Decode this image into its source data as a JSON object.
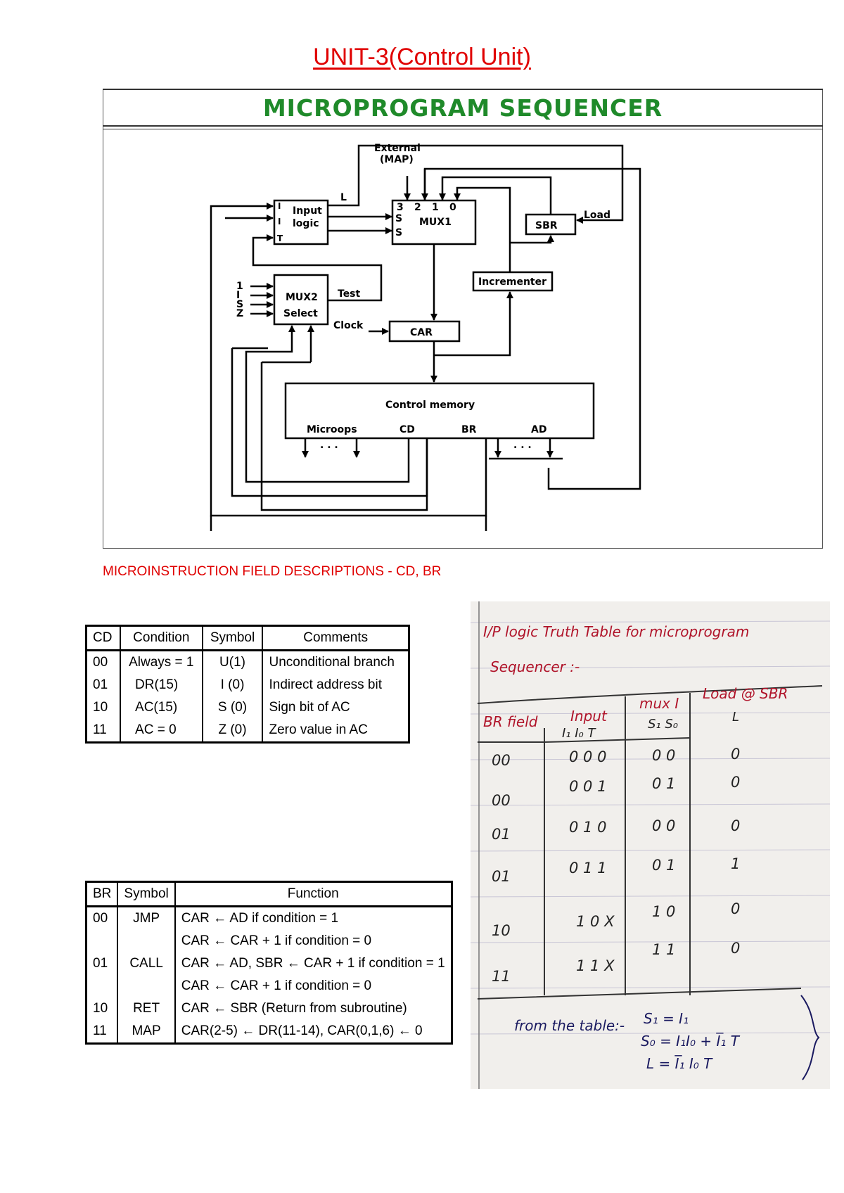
{
  "page": {
    "title": "UNIT-3(Control Unit)"
  },
  "figure": {
    "title": "MICROPROGRAM SEQUENCER",
    "labels": {
      "external": "External",
      "map": "(MAP)",
      "input_logic_line1": "Input",
      "input_logic_line2": "logic",
      "input_pin_i": "I",
      "input_pin_i0": "I",
      "input_pin_t": "T",
      "l_signal": "L",
      "mux1": "MUX1",
      "mux1_in3": "3",
      "mux1_in2": "2",
      "mux1_in1": "1",
      "mux1_in0": "0",
      "mux1_s1": "S",
      "mux1_s0": "S",
      "sbr": "SBR",
      "load": "Load",
      "incrementer": "Incrementer",
      "mux2": "MUX2",
      "select": "Select",
      "test": "Test",
      "mux2_in_1": "1",
      "mux2_in_i": "I",
      "mux2_in_s": "S",
      "mux2_in_z": "Z",
      "clock": "Clock",
      "car": "CAR",
      "control_memory": "Control memory",
      "microops": "Microops",
      "cd": "CD",
      "br": "BR",
      "ad": "AD",
      "dots": ". . ."
    }
  },
  "section_heading": "MICROINSTRUCTION FIELD DESCRIPTIONS - CD, BR",
  "cd_table": {
    "headers": [
      "CD",
      "Condition",
      "Symbol",
      "Comments"
    ],
    "rows": [
      [
        "00",
        "Always = 1",
        "U(1)",
        "Unconditional branch"
      ],
      [
        "01",
        "DR(15)",
        "I (0)",
        "Indirect address bit"
      ],
      [
        "10",
        "AC(15)",
        "S (0)",
        "Sign bit of AC"
      ],
      [
        "11",
        "AC = 0",
        "Z (0)",
        "Zero value in AC"
      ]
    ]
  },
  "br_table": {
    "headers": [
      "BR",
      "Symbol",
      "Function"
    ],
    "rows": [
      [
        "00",
        "JMP",
        "CAR ← AD if condition = 1"
      ],
      [
        "",
        "",
        "CAR ←  CAR + 1 if condition = 0"
      ],
      [
        "01",
        "CALL",
        "CAR ← AD, SBR ← CAR + 1 if condition = 1"
      ],
      [
        "",
        "",
        "CAR ← CAR + 1 if condition = 0"
      ],
      [
        "10",
        "RET",
        "CAR ← SBR (Return from subroutine)"
      ],
      [
        "11",
        "MAP",
        "CAR(2-5) ← DR(11-14), CAR(0,1,6) ← 0"
      ]
    ]
  },
  "notes": {
    "heading_line1": "I/P logic Truth Table for microprogram",
    "heading_line2": "Sequencer :-",
    "col_br": "BR field",
    "col_input": "Input",
    "col_input_sub": "I₁ I₀ T",
    "col_mux": "mux I",
    "col_mux_sub": "S₁ S₀",
    "col_load": "Load @ SBR",
    "col_load_sub": "L",
    "rows": [
      {
        "br": "00",
        "input": "0 0 0",
        "mux": "0 0",
        "load": "0"
      },
      {
        "br": "00",
        "input": "0 0 1",
        "mux": "0 1",
        "load": "0"
      },
      {
        "br": "01",
        "input": "0 1 0",
        "mux": "0 0",
        "load": "0"
      },
      {
        "br": "01",
        "input": "0 1 1",
        "mux": "0 1",
        "load": "1"
      },
      {
        "br": "10",
        "input": "1 0 X",
        "mux": "1 0",
        "load": "0"
      },
      {
        "br": "11",
        "input": "1 1 X",
        "mux": "1 1",
        "load": "0"
      }
    ],
    "footer_label": "from the table:-",
    "eq1": "S₁ = I₁",
    "eq2": "S₀ = I₁I₀ + I̅₁ T",
    "eq3": "L = I̅₁ I₀ T"
  }
}
